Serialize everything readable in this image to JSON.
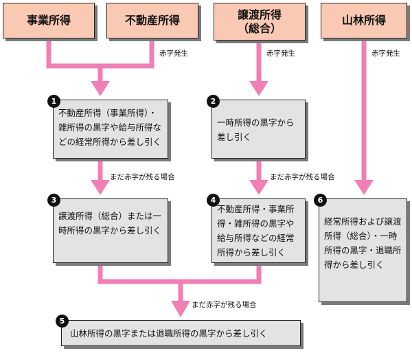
{
  "sources": {
    "business": "事業所得",
    "real_estate": "不動産所得",
    "transfer": "譲渡所得\n（総合）",
    "forest": "山林所得"
  },
  "notes": {
    "deficit_left": "赤字発生",
    "deficit_mid": "赤字発生",
    "deficit_right": "赤字発生",
    "remain_1": "まだ赤字が残る場合",
    "remain_2": "まだ赤字が残る場合",
    "remain_3": "まだ赤字が残る場合"
  },
  "steps": [
    {
      "number": "1",
      "text": "不動産所得（事業所得）・雑所得の黒字や給与所得などの経常所得から差し引く"
    },
    {
      "number": "2",
      "text": "一時所得の黒字から差し引く"
    },
    {
      "number": "3",
      "text": "譲渡所得（総合）または一時所得の黒字から差し引く"
    },
    {
      "number": "4",
      "text": "不動産所得・事業所得・雑所得の黒字や給与所得などの経常所得から差し引く"
    },
    {
      "number": "5",
      "text": "山林所得の黒字または退職所得の黒字から差し引く"
    },
    {
      "number": "6",
      "text": "経常所得および譲渡所得（総合）・一時所得の黒字・退職所得から差し引く"
    }
  ],
  "colors": {
    "connector": "#f07fb6",
    "source_fill": "#f9c9b3",
    "step_fill": "#e3e3e3"
  }
}
